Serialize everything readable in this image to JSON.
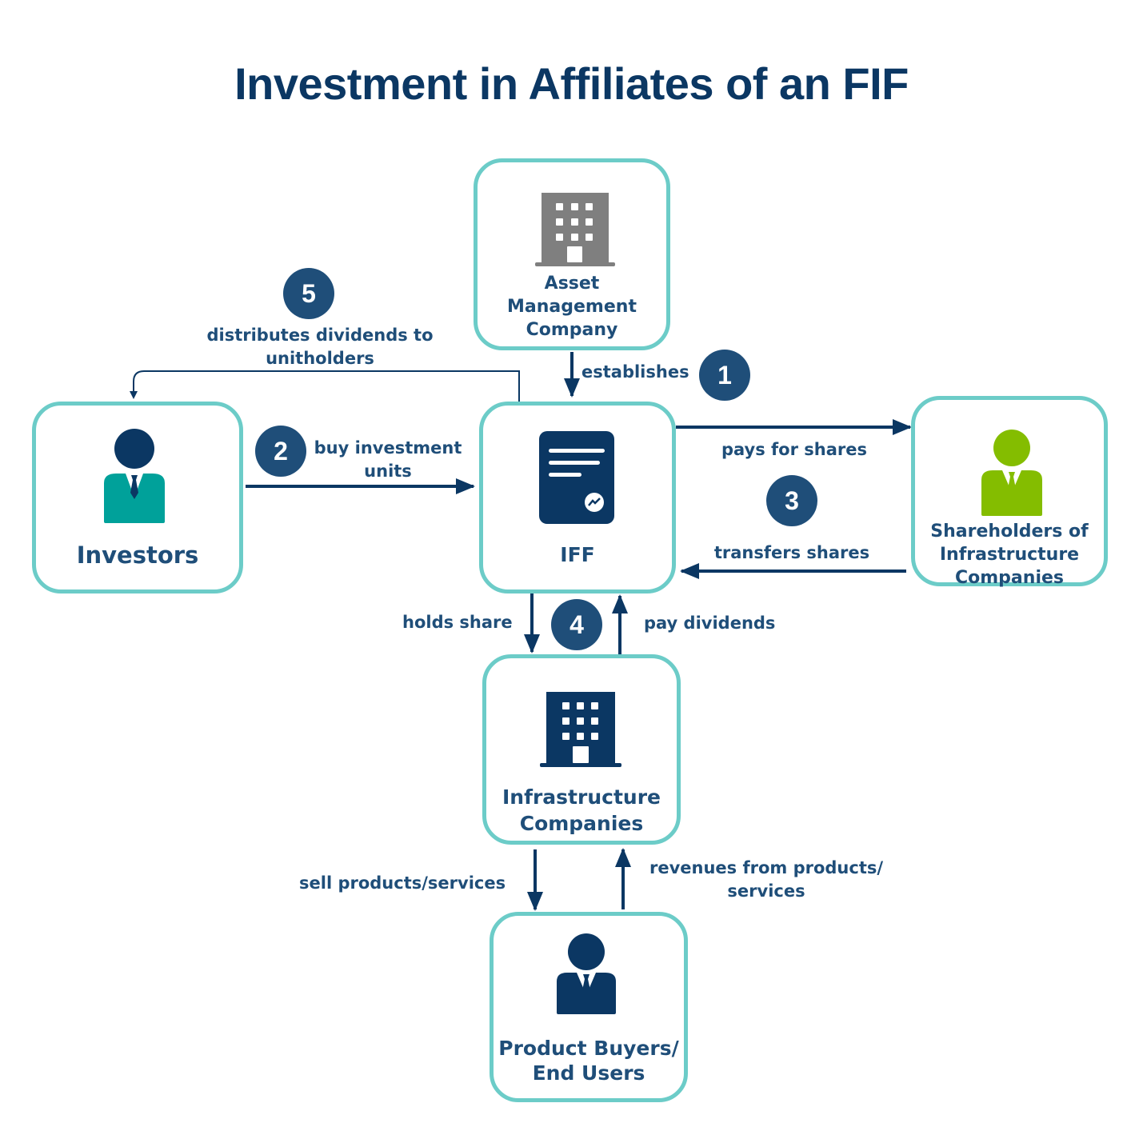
{
  "title": "Investment in Affiliates of an FIF",
  "colors": {
    "primary": "#1f4e79",
    "dark_navy": "#0b3763",
    "border": "#6cccc8",
    "investor_teal": "#00a19a",
    "shareholder_green": "#84bd00",
    "building_gray": "#7f7f7f"
  },
  "nodes": {
    "asset_management": {
      "label_lines": [
        "Asset",
        "Management",
        "Company"
      ],
      "icon": "building-icon-gray"
    },
    "investors": {
      "label": "Investors",
      "icon": "person-icon-teal"
    },
    "iff": {
      "label": "IFF",
      "icon": "document-chart-icon"
    },
    "shareholders": {
      "label_lines": [
        "Shareholders of",
        "Infrastructure",
        "Companies"
      ],
      "icon": "person-icon-green"
    },
    "infrastructure": {
      "label_lines": [
        "Infrastructure",
        "Companies"
      ],
      "icon": "building-icon-navy"
    },
    "buyers": {
      "label_lines": [
        "Product Buyers/",
        "End Users"
      ],
      "icon": "person-icon-navy"
    }
  },
  "steps": [
    {
      "number": "1",
      "labels": [
        "establishes"
      ]
    },
    {
      "number": "2",
      "labels": [
        "buy investment",
        "units"
      ]
    },
    {
      "number": "3",
      "labels": [
        "pays for shares",
        "transfers shares"
      ]
    },
    {
      "number": "4",
      "labels": [
        "holds share",
        "pay dividends"
      ]
    },
    {
      "number": "5",
      "labels": [
        "distributes dividends to",
        "unitholders"
      ]
    }
  ],
  "flows": {
    "sell": [
      "sell products/services"
    ],
    "revenues": [
      "revenues from products/",
      "services"
    ]
  }
}
